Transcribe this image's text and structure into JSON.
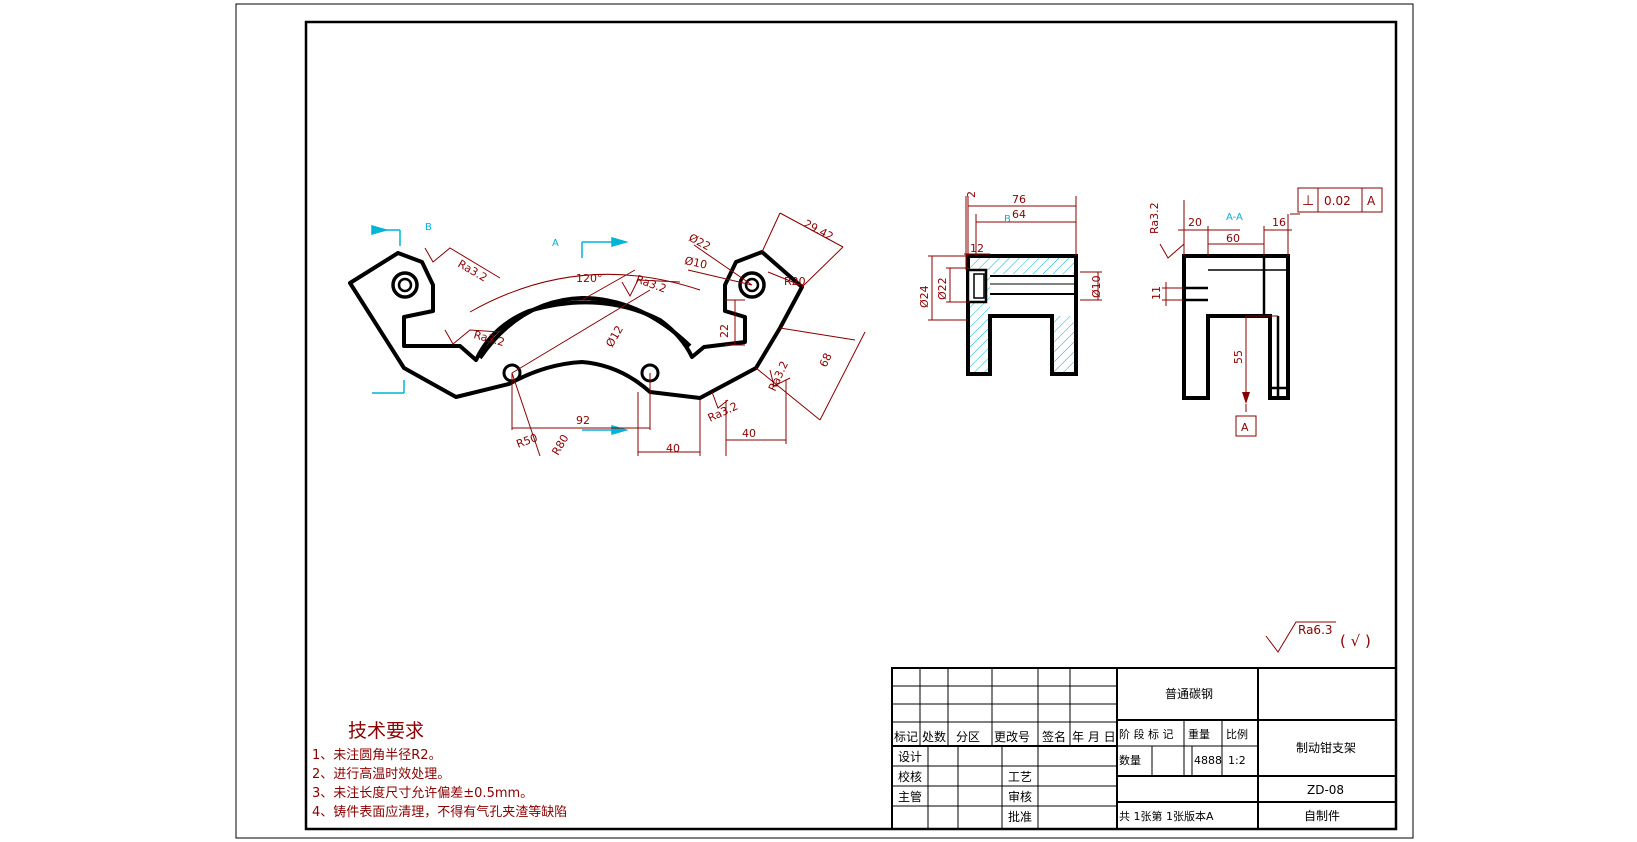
{
  "technical_requirements": {
    "title": "技术要求",
    "items": [
      "1、未注圆角半径R2。",
      "2、进行高温时效处理。",
      "3、未注长度尺寸允许偏差±0.5mm。",
      "4、铸件表面应清理，不得有气孔夹渣等缺陷"
    ]
  },
  "title_block": {
    "material": "普通碳钢",
    "part_name": "制动钳支架",
    "drawing_number": "ZD-08",
    "source": "自制件",
    "revision_headers": [
      "标记",
      "处数",
      "分区",
      "更改号",
      "签名",
      "年 月 日"
    ],
    "roles": [
      "设计",
      "校核",
      "主管"
    ],
    "roles_right": [
      "工艺",
      "审核",
      "批准"
    ],
    "stage_label": "阶 段 标 记",
    "weight_label": "重量",
    "scale_label": "比例",
    "quantity_label": "数量",
    "weight_value": "4888",
    "scale_value": "1:2",
    "sheet_info": "共 1张第 1张版本A"
  },
  "general_roughness": {
    "value": "Ra6.3",
    "suffix": "( √ )"
  },
  "front_view": {
    "section_marks": [
      "B",
      "A"
    ],
    "dimensions": [
      "29.42",
      "Ø22",
      "Ø10",
      "R20",
      "120°",
      "Ra3.2",
      "Ra3.2",
      "Ra3.2",
      "Ra3.2",
      "Ra3.2",
      "Ø12",
      "22",
      "92",
      "R50",
      "R80",
      "40",
      "40",
      "68"
    ]
  },
  "side_view": {
    "dimensions": [
      "76",
      "64",
      "2",
      "12",
      "Ø24",
      "Ø22",
      "Ø10"
    ],
    "cyan_mark": "B"
  },
  "section_view": {
    "label": "A-A",
    "dimensions": [
      "20",
      "60",
      "16",
      "Ra3.2",
      "11",
      "55"
    ],
    "tolerance": {
      "symbol": "⊥",
      "value": "0.02",
      "datum": "A"
    },
    "datum_label": "A"
  }
}
